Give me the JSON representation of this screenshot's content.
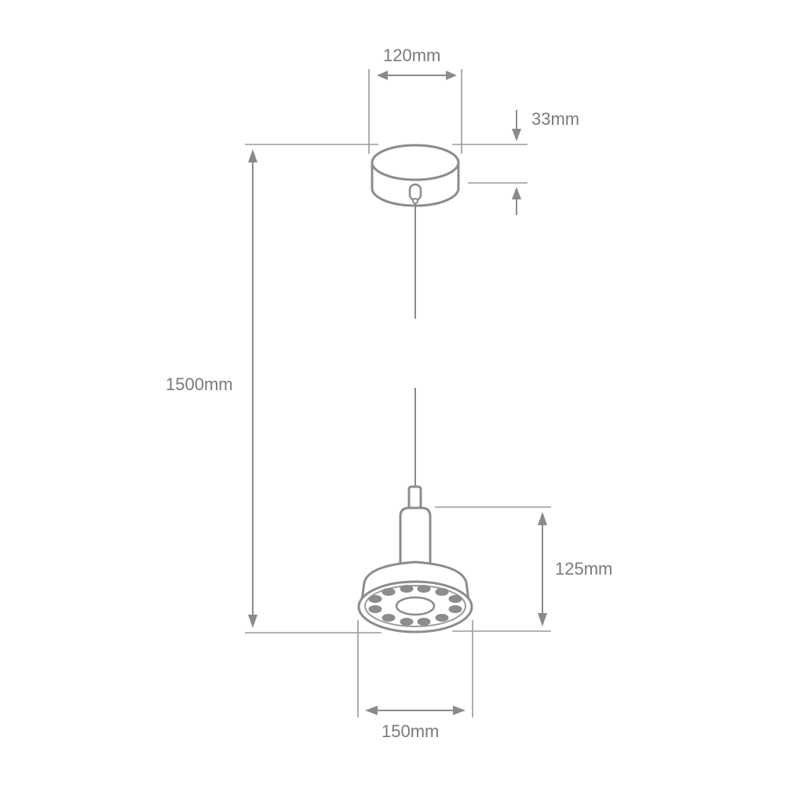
{
  "diagram": {
    "subject": "pendant light dimension drawing",
    "colors": {
      "line": "#8a8a8a",
      "text": "#7a7a7a",
      "background": "#ffffff"
    },
    "dimensions": {
      "canopy_width": {
        "label": "120mm",
        "value": 120,
        "unit": "mm"
      },
      "canopy_height": {
        "label": "33mm",
        "value": 33,
        "unit": "mm"
      },
      "overall_drop": {
        "label": "1500mm",
        "value": 1500,
        "unit": "mm"
      },
      "shade_height": {
        "label": "125mm",
        "value": 125,
        "unit": "mm"
      },
      "shade_diameter": {
        "label": "150mm",
        "value": 150,
        "unit": "mm"
      }
    },
    "components": [
      "ceiling-canopy",
      "suspension-cord",
      "lamp-neck",
      "lamp-shade",
      "led-array"
    ],
    "led_count": 12
  }
}
